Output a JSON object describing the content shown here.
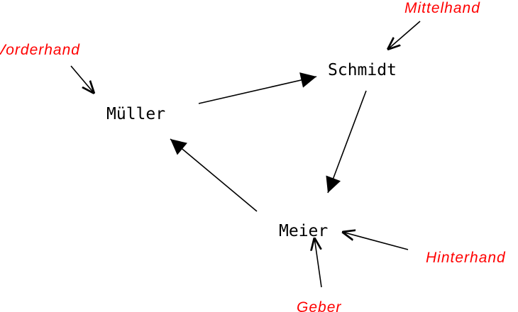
{
  "players": {
    "mueller": "Müller",
    "schmidt": "Schmidt",
    "meier": "Meier"
  },
  "roles": {
    "vorderhand": "Vorderhand",
    "mittelhand": "Mittelhand",
    "hinterhand": "Hinterhand",
    "geber": "Geber"
  },
  "colors": {
    "role": "#ff0000",
    "name": "#000000"
  }
}
